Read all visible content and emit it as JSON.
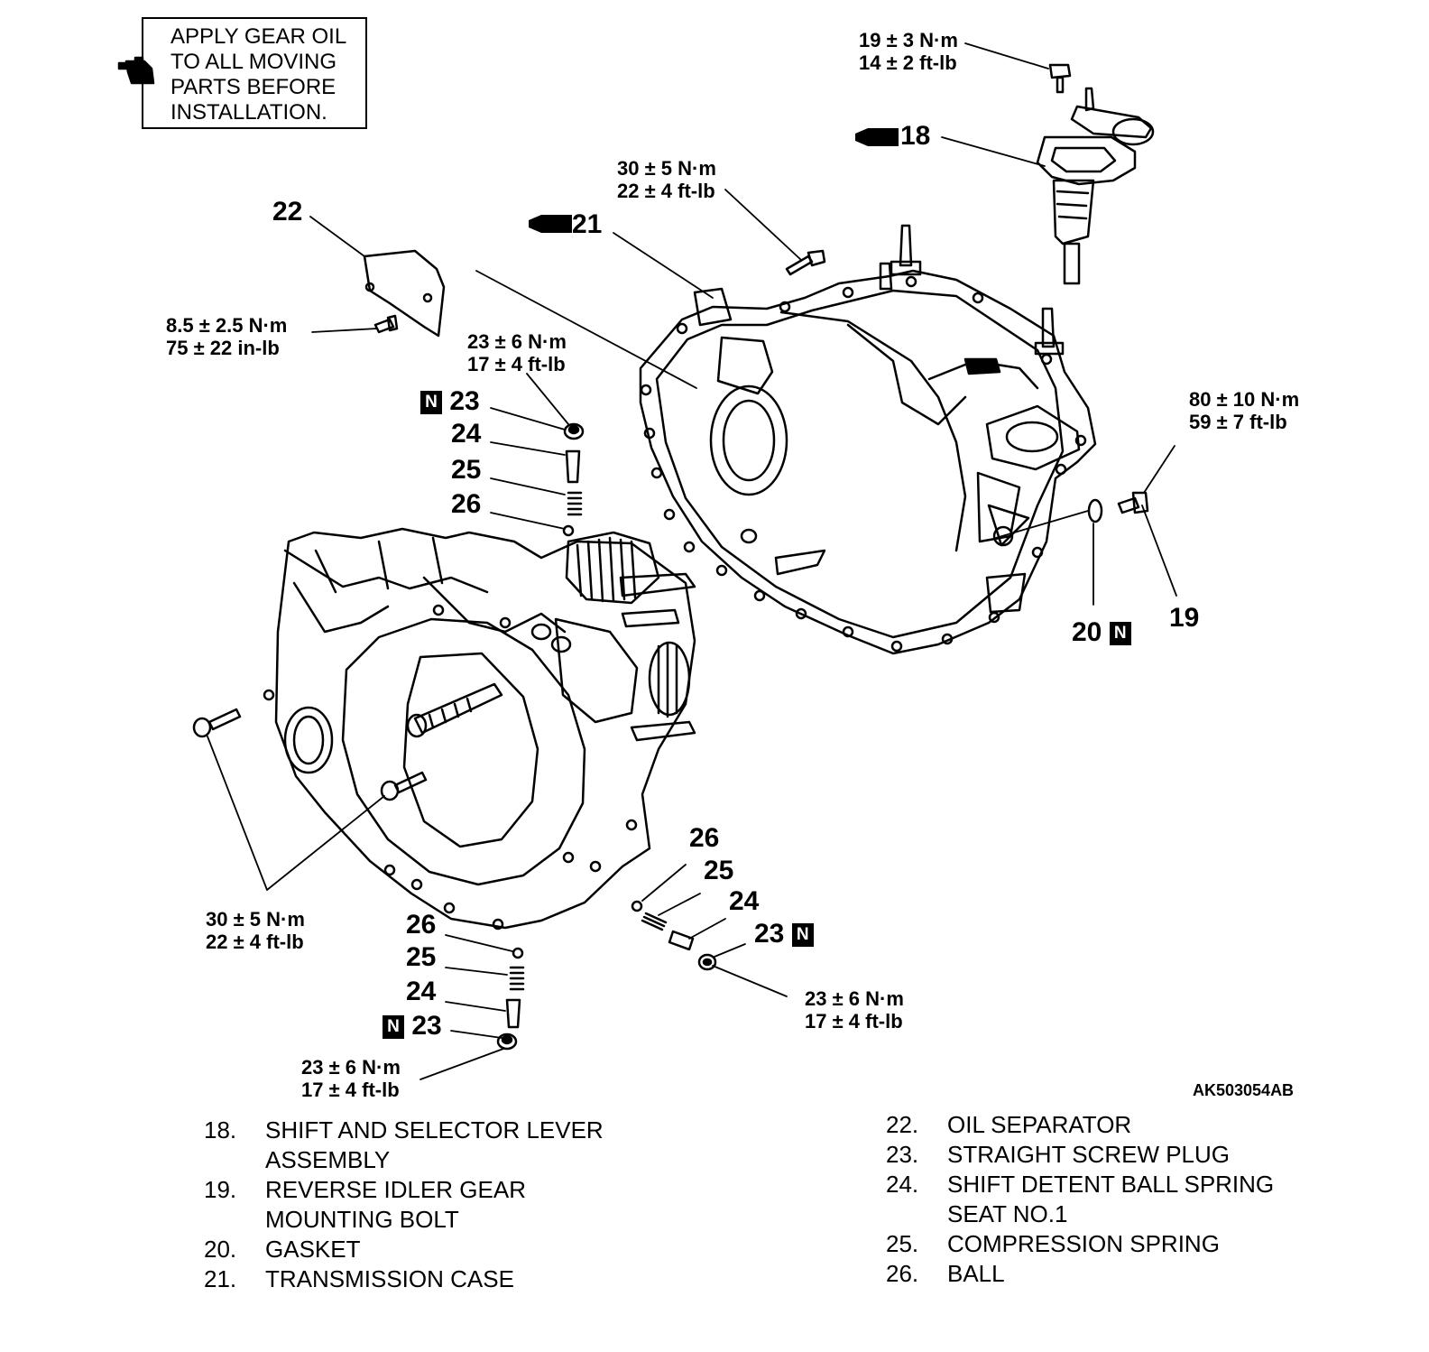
{
  "note": {
    "lines": [
      "APPLY GEAR OIL",
      "TO ALL MOVING",
      "PARTS BEFORE",
      "INSTALLATION."
    ],
    "icon": "oil-can-icon"
  },
  "callouts": {
    "c18": "18",
    "c19": "19",
    "c20": "20",
    "c21": "21",
    "c22": "22",
    "c23_top": "23",
    "c24_top": "24",
    "c25_top": "25",
    "c26_top": "26",
    "c26_right": "26",
    "c25_right": "25",
    "c24_right": "24",
    "c23_right": "23",
    "c26_bottom": "26",
    "c25_bottom": "25",
    "c24_bottom": "24",
    "c23_bottom": "23",
    "n_mark": "N"
  },
  "torques": {
    "t18": [
      "19 ± 3 N·m",
      "14 ± 2 ft-lb"
    ],
    "t21": [
      "30 ± 5 N·m",
      "22 ± 4 ft-lb"
    ],
    "t22": [
      "8.5 ± 2.5 N·m",
      "75 ± 22 in-lb"
    ],
    "t23_top": [
      "23 ± 6 N·m",
      "17 ± 4 ft-lb"
    ],
    "t19": [
      "80 ± 10 N·m",
      "59 ± 7 ft-lb"
    ],
    "t_case": [
      "30 ± 5 N·m",
      "22 ± 4 ft-lb"
    ],
    "t23_right": [
      "23 ± 6 N·m",
      "17 ± 4 ft-lb"
    ],
    "t23_bottom": [
      "23 ± 6 N·m",
      "17 ± 4 ft-lb"
    ]
  },
  "figure_code": "AK503054AB",
  "legend_left": [
    {
      "num": "18.",
      "text": "SHIFT AND SELECTOR LEVER"
    },
    {
      "num": "",
      "text": "ASSEMBLY"
    },
    {
      "num": "19.",
      "text": "REVERSE IDLER GEAR"
    },
    {
      "num": "",
      "text": "MOUNTING BOLT"
    },
    {
      "num": "20.",
      "text": "GASKET"
    },
    {
      "num": "21.",
      "text": "TRANSMISSION CASE"
    }
  ],
  "legend_right": [
    {
      "num": "22.",
      "text": "OIL SEPARATOR"
    },
    {
      "num": "23.",
      "text": "STRAIGHT SCREW PLUG"
    },
    {
      "num": "24.",
      "text": "SHIFT DETENT BALL SPRING"
    },
    {
      "num": "",
      "text": "SEAT NO.1"
    },
    {
      "num": "25.",
      "text": "COMPRESSION SPRING"
    },
    {
      "num": "26.",
      "text": "BALL"
    }
  ]
}
